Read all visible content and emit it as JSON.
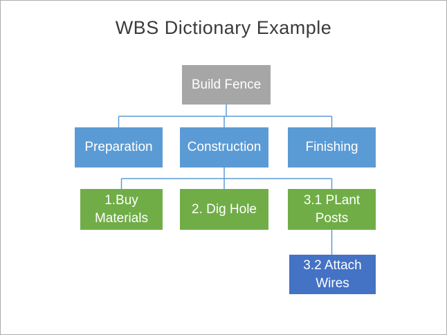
{
  "title": "WBS Dictionary Example",
  "colors": {
    "root": "#a6a6a6",
    "level2": "#5b9bd5",
    "level3": "#70ad47",
    "level4": "#4472c4",
    "connector": "#5b9bd5",
    "node_text": "#ffffff",
    "title_text": "#3a3a3a"
  },
  "nodes": {
    "root": {
      "label": "Build Fence"
    },
    "preparation": {
      "label": "Preparation"
    },
    "construction": {
      "label": "Construction"
    },
    "finishing": {
      "label": "Finishing"
    },
    "buy_materials": {
      "label": "1.Buy Materials"
    },
    "dig_hole": {
      "label": "2. Dig Hole"
    },
    "plant_posts": {
      "label": "3.1 PLant Posts"
    },
    "attach_wires": {
      "label": "3.2 Attach Wires"
    }
  }
}
